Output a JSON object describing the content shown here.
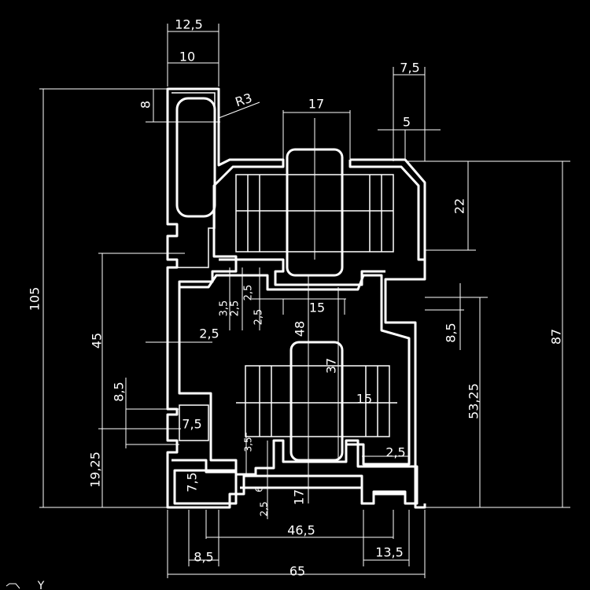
{
  "drawing": {
    "background": "#000000",
    "line_color": "#ffffff",
    "ucs_axis_label": "Y",
    "dimensions": [
      "12,5",
      "10",
      "8",
      "R3",
      "17",
      "7,5",
      "5",
      "22",
      "87",
      "105",
      "45",
      "8,5",
      "19,25",
      "7,5",
      "2,5",
      "3,5",
      "2,5",
      "2,5",
      "2,5",
      "15",
      "48",
      "37",
      "15",
      "53,25",
      "8,5",
      "3,5",
      "2,5",
      "6",
      "2,5",
      "17",
      "7,5",
      "46,5",
      "8,5",
      "13,5",
      "65"
    ]
  }
}
